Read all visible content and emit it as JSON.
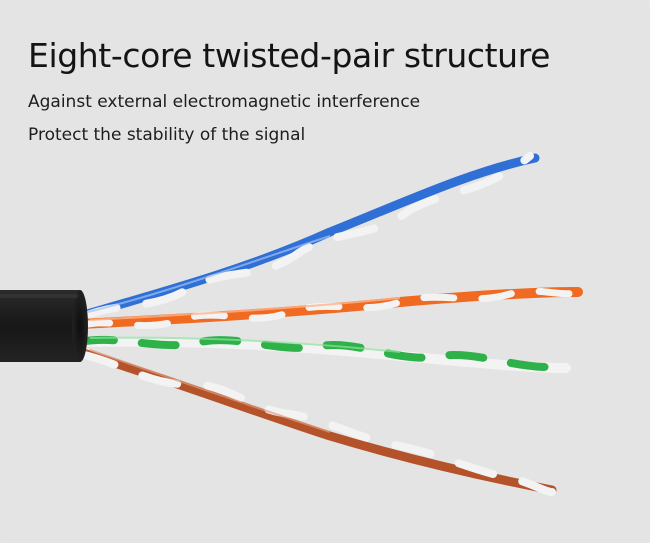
{
  "title": "Eight-core twisted-pair structure",
  "lines": [
    "Against external electromagnetic interference",
    "Protect the stability of the signal"
  ],
  "colors": {
    "background": "#e4e4e4",
    "jacket": "#1f1f1f",
    "blue": "#2f6fd6",
    "orange": "#f06a22",
    "green": "#2fb14a",
    "brown": "#b4522a",
    "white_wire": "#f3f3f3"
  },
  "wires": [
    "blue-white pair",
    "orange-white pair",
    "green-white pair",
    "brown-white pair"
  ]
}
